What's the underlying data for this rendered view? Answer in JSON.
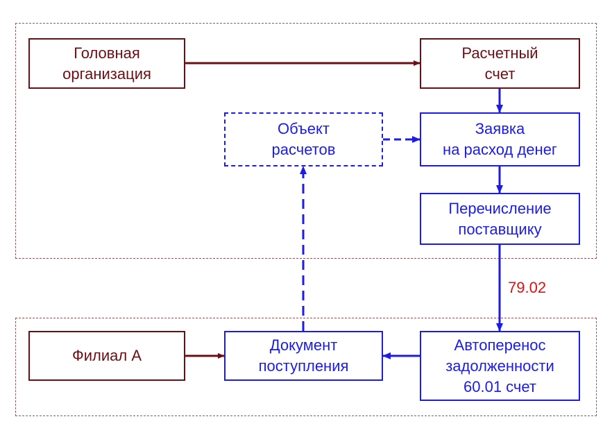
{
  "diagram": {
    "regions": [
      "top-region",
      "bottom-region"
    ],
    "nodes": {
      "head_org": {
        "line1": "Головная",
        "line2": "организация"
      },
      "account": {
        "line1": "Расчетный",
        "line2": "счет"
      },
      "object": {
        "line1": "Объект",
        "line2": "расчетов"
      },
      "request": {
        "line1": "Заявка",
        "line2": "на расход денег"
      },
      "transfer": {
        "line1": "Перечисление",
        "line2": "поставщику"
      },
      "branch": {
        "line1": "Филиал А"
      },
      "doc": {
        "line1": "Документ",
        "line2": "поступления"
      },
      "autotransfer": {
        "line1": "Автоперенос",
        "line2": "задолженности",
        "line3": "60.01 счет"
      }
    },
    "edge_label": "79.02",
    "edges": [
      {
        "from": "head_org",
        "to": "account",
        "style": "solid",
        "color": "#6b0f14"
      },
      {
        "from": "account",
        "to": "request",
        "style": "solid",
        "color": "#1c1ce6"
      },
      {
        "from": "object",
        "to": "request",
        "style": "dashed",
        "color": "#1c1ce6"
      },
      {
        "from": "request",
        "to": "transfer",
        "style": "solid",
        "color": "#1c1ce6"
      },
      {
        "from": "transfer",
        "to": "autotransfer",
        "style": "solid",
        "color": "#1c1ce6"
      },
      {
        "from": "autotransfer",
        "to": "doc",
        "style": "solid",
        "color": "#1c1ce6"
      },
      {
        "from": "branch",
        "to": "doc",
        "style": "solid",
        "color": "#6b0f14"
      },
      {
        "from": "doc",
        "to": "object",
        "style": "dashed",
        "color": "#1c1ce6"
      }
    ],
    "colors": {
      "maroon": "#6b0f14",
      "blue": "#1c1ce6",
      "red": "#e01010"
    }
  }
}
